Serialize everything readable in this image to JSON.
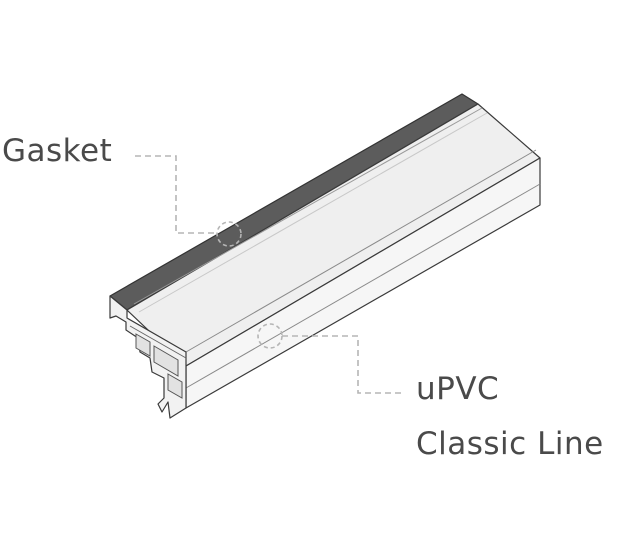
{
  "labels": {
    "gasket": "Gasket",
    "material": "uPVC",
    "series": "Classic Line"
  },
  "colors": {
    "gasket": "#5c5c5c",
    "profile_top": "#efefef",
    "profile_side": "#f6f6f6",
    "outline": "#3a3a3a",
    "leader": "#b5b5b5",
    "text": "#4a4a4a"
  }
}
